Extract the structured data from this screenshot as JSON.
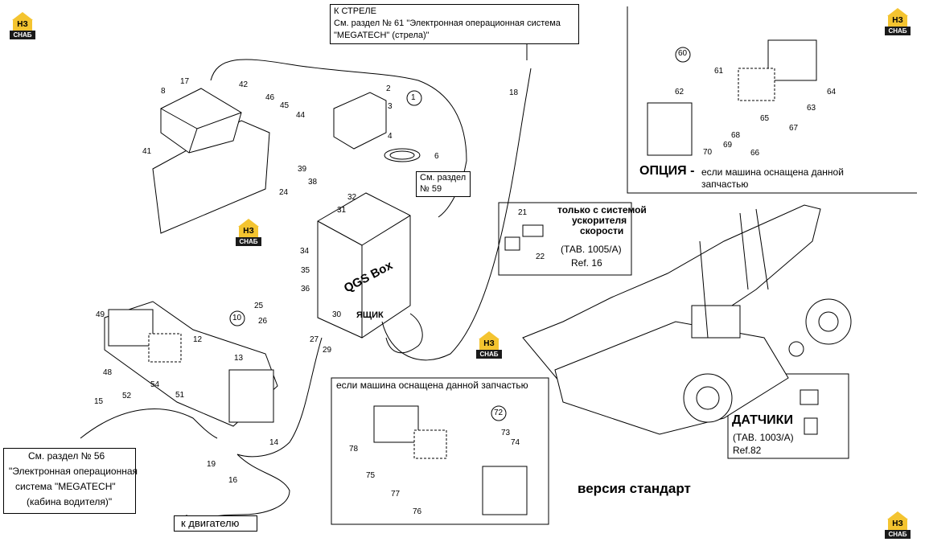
{
  "brand_logos": {
    "mark": "НЗ",
    "text": "СНАБ"
  },
  "boom_note": {
    "title": "К СТРЕЛЕ",
    "line1": "См. раздел № 61 \"Электронная операционная система",
    "line2": "\"MEGATECH\" (стрела)\""
  },
  "section59": {
    "line1": "См. раздел",
    "line2": "№ 59"
  },
  "cab_note": {
    "line1": "См. раздел № 56",
    "line2": "\"Электронная операционная",
    "line3": "система \"MEGATECH\"",
    "line4": "(кабина водителя)\""
  },
  "engine_label": "к двигателю",
  "qgs_box": {
    "label": "QGS Box",
    "sub": "ЯЩИК"
  },
  "option_panel": {
    "title": "ОПЦИЯ -",
    "line1": "если машина оснащена данной",
    "line2": "запчастью"
  },
  "lower_panel": {
    "title": "если машина оснащена данной запчастью"
  },
  "accel_panel": {
    "line1": "только с системой",
    "line2": "ускорителя",
    "line3": "скорости",
    "tab": "(ТАВ. 1005/А)",
    "ref": "Ref. 16"
  },
  "sensor_panel": {
    "title": "ДАТЧИКИ",
    "tab": "(ТАВ. 1003/А)",
    "ref": "Ref.82"
  },
  "standard_label": "версия стандарт",
  "part_numbers": [
    "1",
    "2",
    "3",
    "4",
    "6",
    "8",
    "10",
    "12",
    "13",
    "14",
    "15",
    "16",
    "17",
    "18",
    "19",
    "21",
    "22",
    "24",
    "25",
    "26",
    "27",
    "29",
    "30",
    "31",
    "32",
    "34",
    "35",
    "36",
    "38",
    "39",
    "41",
    "42",
    "44",
    "45",
    "46",
    "48",
    "49",
    "51",
    "52",
    "54",
    "60",
    "61",
    "62",
    "63",
    "64",
    "65",
    "66",
    "67",
    "68",
    "69",
    "70",
    "72",
    "73",
    "74",
    "75",
    "76",
    "77",
    "78"
  ]
}
